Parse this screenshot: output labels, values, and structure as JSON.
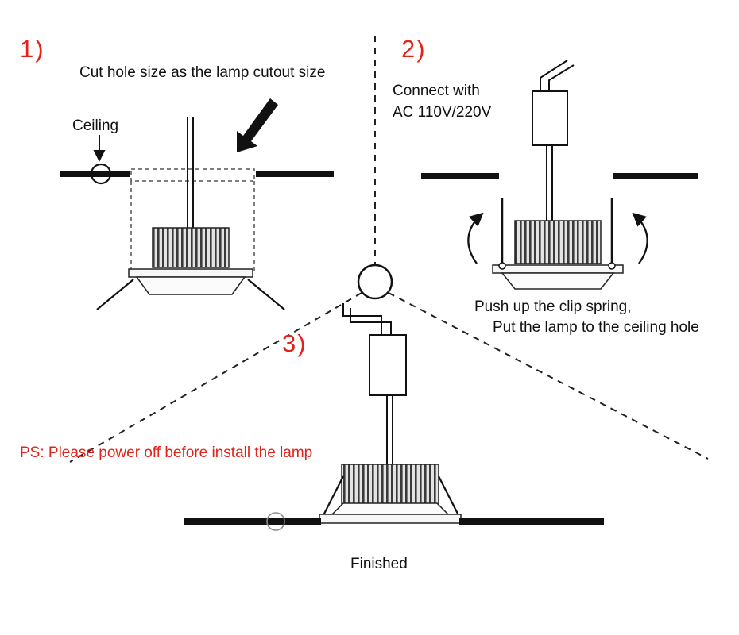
{
  "step1": {
    "number": "1)",
    "caption": "Cut hole size as the lamp cutout size",
    "ceiling_label": "Ceiling"
  },
  "step2": {
    "number": "2)",
    "power_line1": "Connect with",
    "power_line2": "AC 110V/220V",
    "instruction_line1": "Push up the clip spring,",
    "instruction_line2": "Put the lamp to the ceiling hole"
  },
  "step3": {
    "number": "3)",
    "finished_label": "Finished"
  },
  "warning_note": "PS: Please power off before install the lamp",
  "colors": {
    "accent_red": "#e2231a",
    "ink": "#111111",
    "heatsink_gray": "#3a3a3a"
  }
}
